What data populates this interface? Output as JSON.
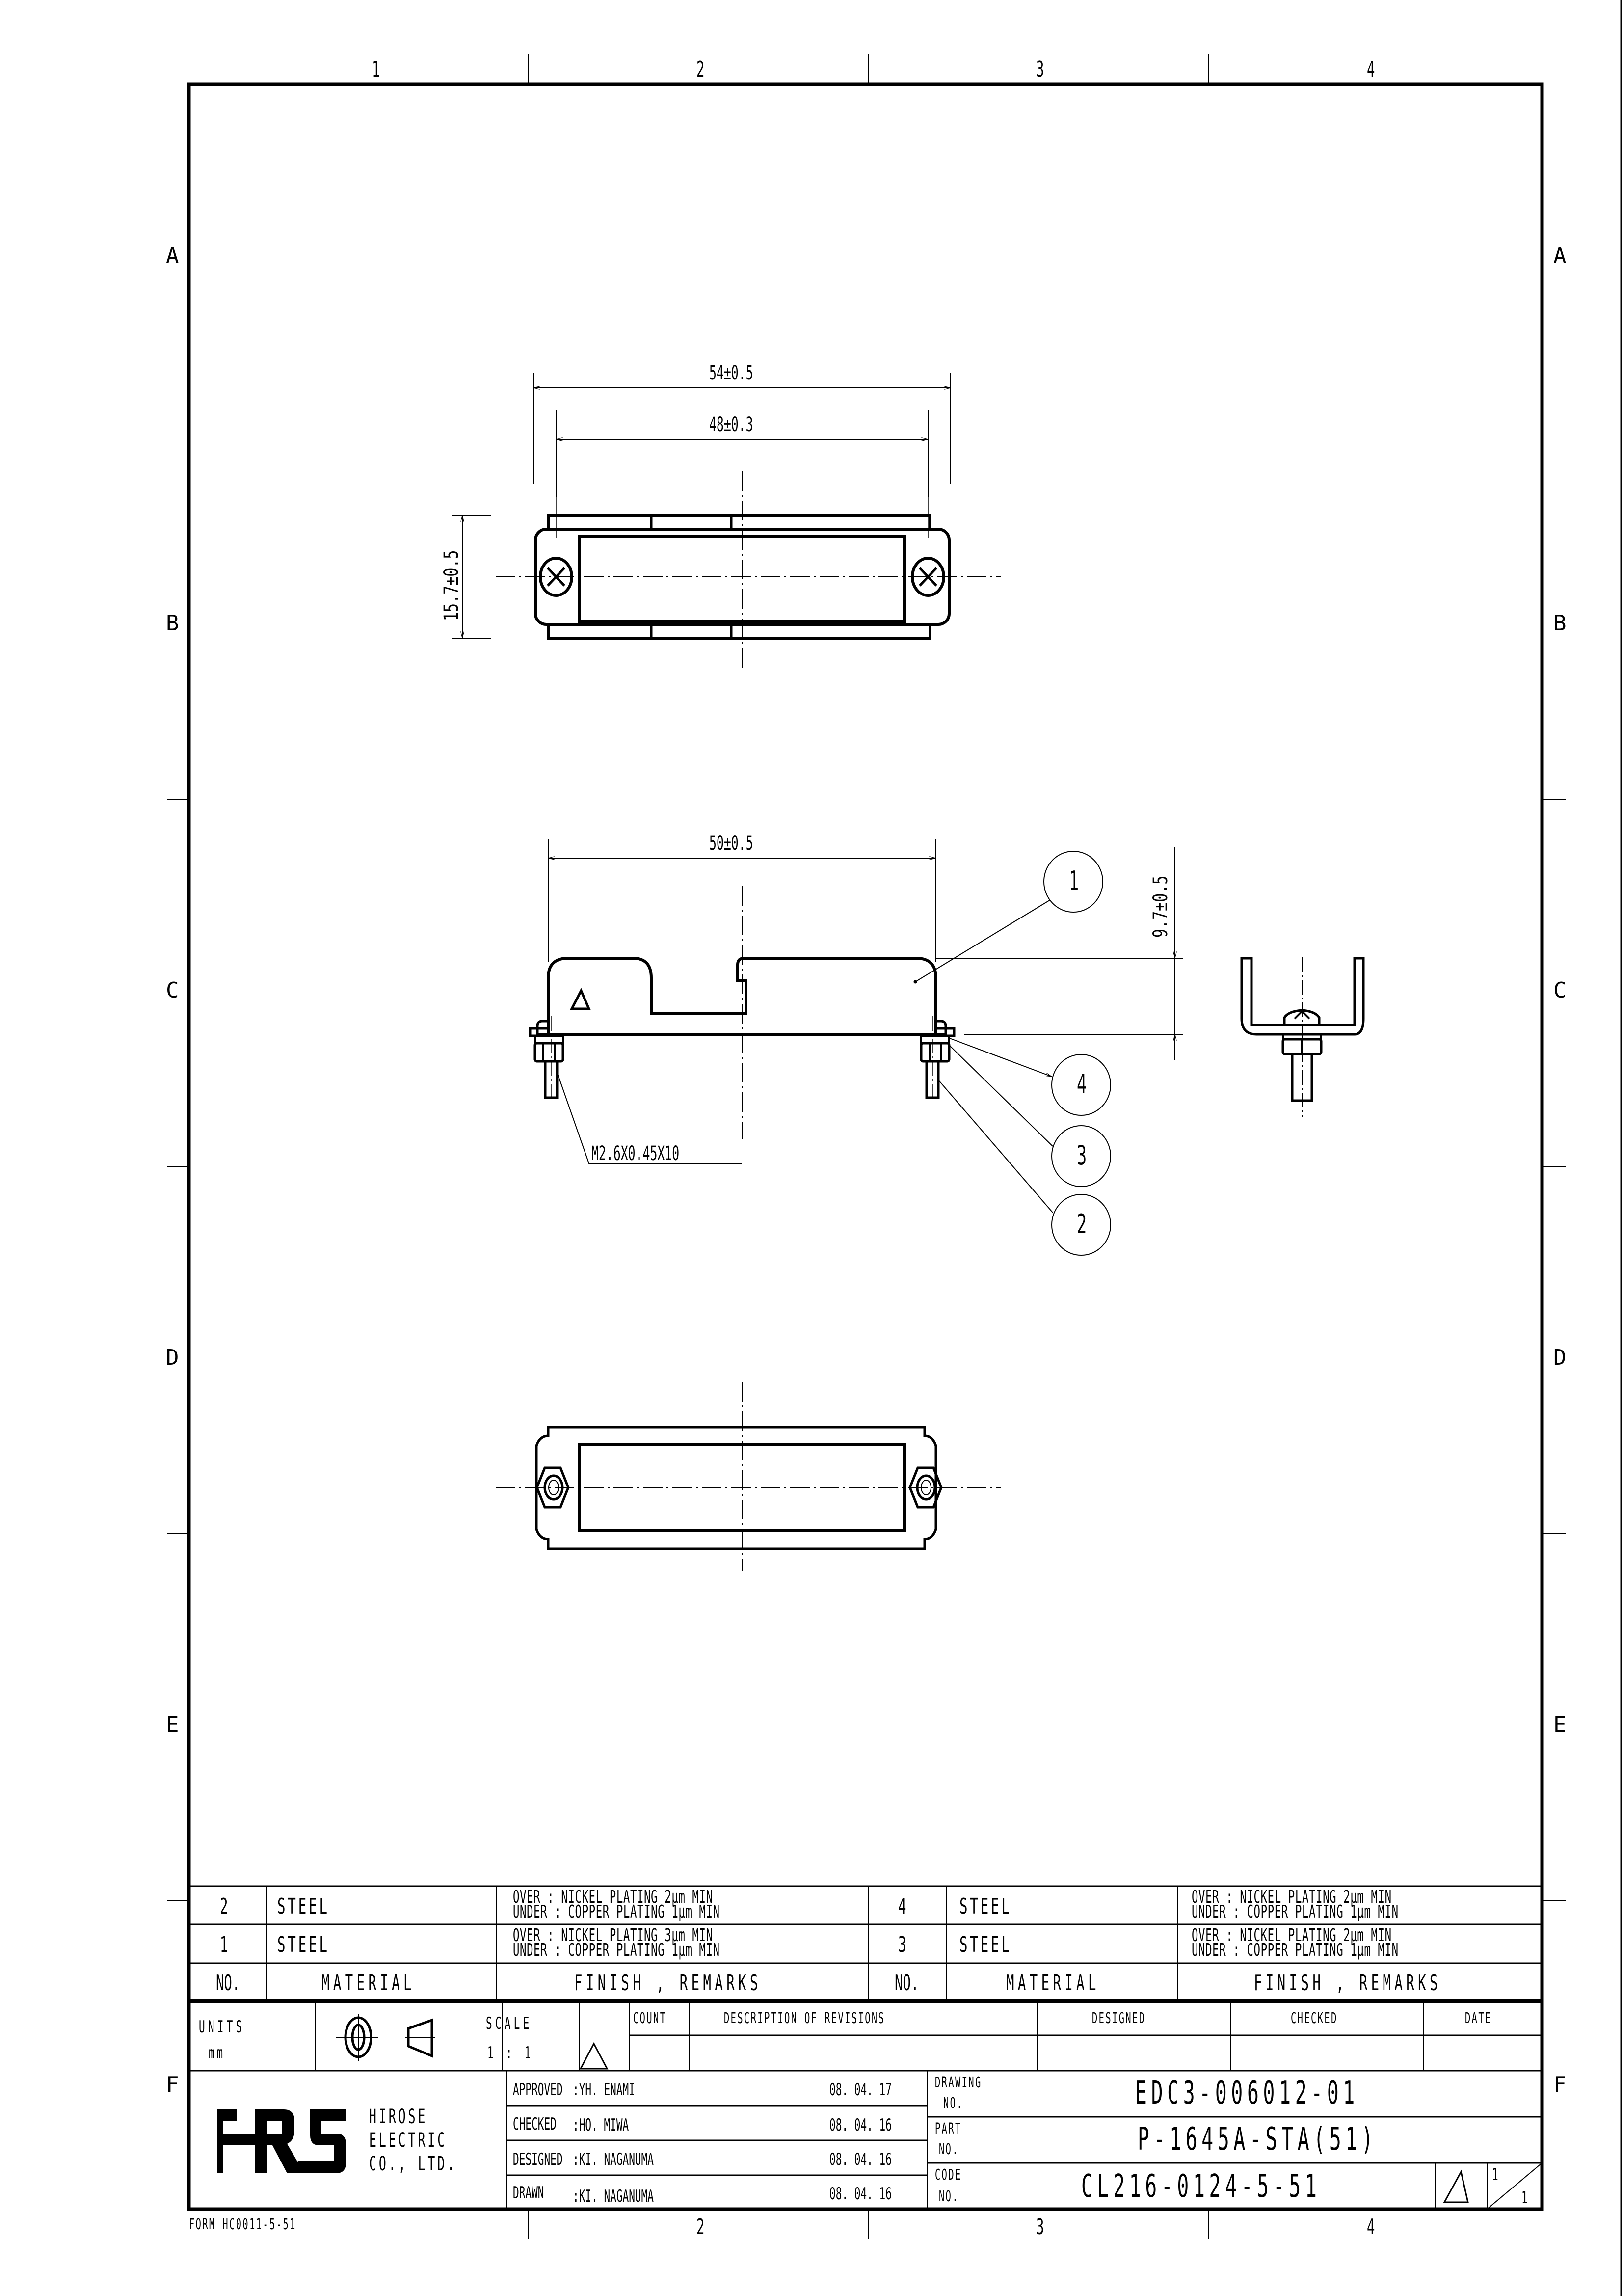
{
  "grid": {
    "columns": [
      "1",
      "2",
      "3",
      "4"
    ],
    "rows": [
      "A",
      "B",
      "C",
      "D",
      "E",
      "F"
    ]
  },
  "views": {
    "top_view": {
      "dim_overall_width": "54±0.5",
      "dim_screw_pitch": "48±0.3",
      "dim_height": "15.7±0.5"
    },
    "front_view": {
      "dim_width": "50±0.5",
      "dim_height": "9.7±0.5",
      "thread_callout": "M2.6X0.45X10",
      "balloons": [
        "1",
        "4",
        "3",
        "2"
      ]
    }
  },
  "parts_table": {
    "header": {
      "no": "NO.",
      "material": "MATERIAL",
      "finish": "FINISH , REMARKS"
    },
    "left": [
      {
        "no": "2",
        "material": "STEEL",
        "over": "OVER  : NICKEL PLATING 2μm MIN",
        "under": "UNDER : COPPER PLATING 1μm MIN"
      },
      {
        "no": "1",
        "material": "STEEL",
        "over": "OVER  : NICKEL PLATING 3μm MIN",
        "under": "UNDER : COPPER PLATING 1μm MIN"
      }
    ],
    "right": [
      {
        "no": "4",
        "material": "STEEL",
        "over": "OVER  : NICKEL PLATING 2μm MIN",
        "under": "UNDER : COPPER PLATING 1μm MIN"
      },
      {
        "no": "3",
        "material": "STEEL",
        "over": "OVER  : NICKEL PLATING 2μm MIN",
        "under": "UNDER : COPPER PLATING 1μm MIN"
      }
    ]
  },
  "title_block": {
    "units_label": "UNITS",
    "units_value": "mm",
    "projection_icon": "third-angle-projection-icon",
    "scale_label": "SCALE",
    "scale_value": "1 : 1",
    "revision": {
      "count": "COUNT",
      "description": "DESCRIPTION OF REVISIONS",
      "designed": "DESIGNED",
      "checked": "CHECKED",
      "date": "DATE"
    },
    "company": {
      "logo": "HRS",
      "line1": "HIROSE",
      "line2": "ELECTRIC",
      "line3": "CO., LTD."
    },
    "signatures": [
      {
        "role": "APPROVED",
        "name": ":YH. ENAMI",
        "date": "08. 04. 17"
      },
      {
        "role": "CHECKED",
        "name": ":HO. MIWA",
        "date": "08. 04. 16"
      },
      {
        "role": "DESIGNED",
        "name": ":KI. NAGANUMA",
        "date": "08. 04. 16"
      },
      {
        "role": "DRAWN",
        "name": ":KI. NAGANUMA",
        "date": "08. 04. 16"
      }
    ],
    "drawing_no_label1": "DRAWING",
    "drawing_no_label2": "NO.",
    "drawing_no": "EDC3-006012-01",
    "part_no_label1": "PART",
    "part_no_label2": "NO.",
    "part_no": "P-1645A-STA(51)",
    "code_no_label1": "CODE",
    "code_no_label2": "NO.",
    "code_no": "CL216-0124-5-51",
    "sheet_num": "1",
    "sheet_total": "1"
  },
  "form_no": "FORM HC0011-5-51"
}
